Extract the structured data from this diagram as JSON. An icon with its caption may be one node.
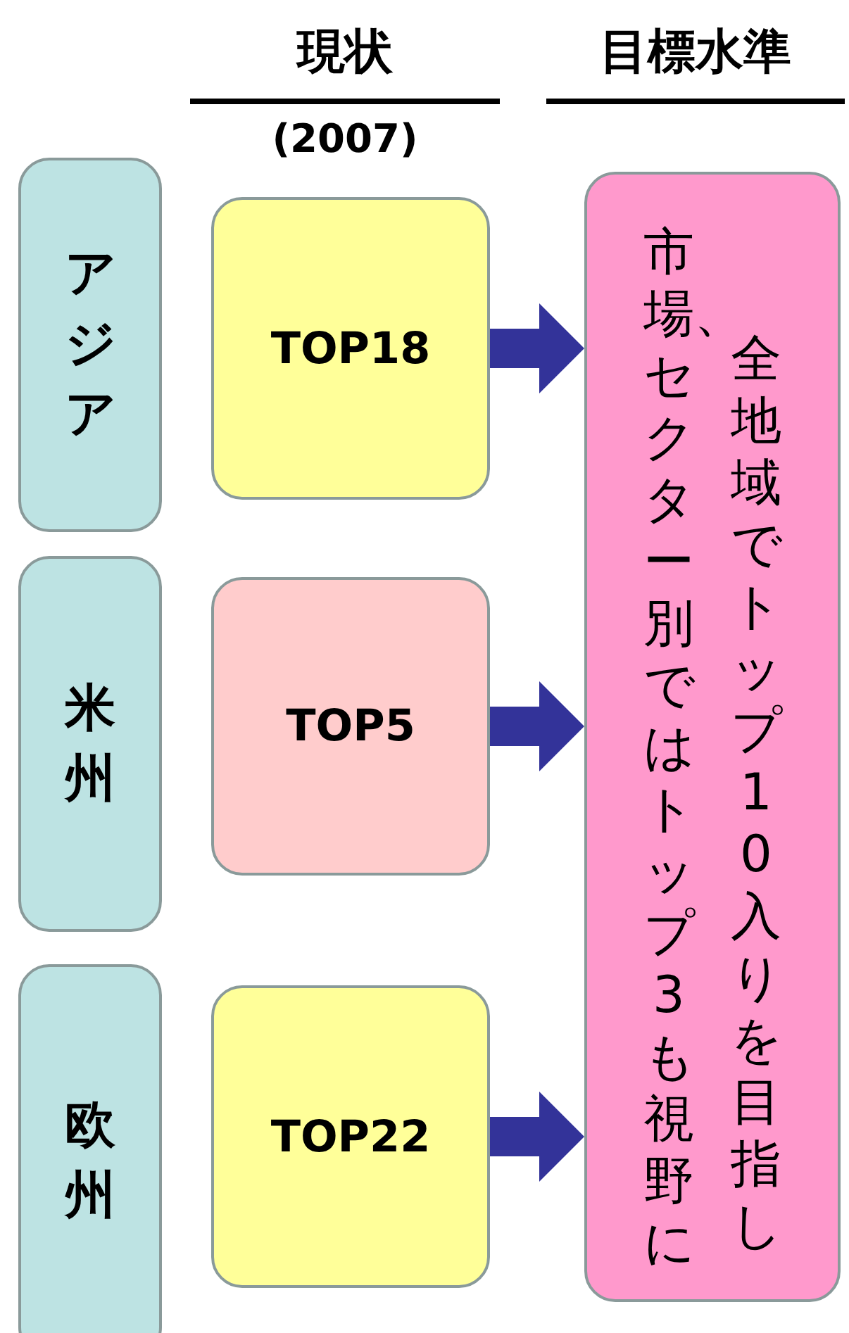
{
  "diagram": {
    "nodes": [
      {
        "text": [
          "アジア"
        ]
      },
      {
        "text": [
          "米州"
        ]
      },
      {
        "text": [
          "欧州"
        ]
      },
      {
        "text": [
          "TOP18"
        ]
      },
      {
        "text": [
          "TOP5"
        ]
      },
      {
        "text": [
          "TOP22"
        ]
      },
      {
        "text": [
          "市場、セクター別ではトップ3も視野に",
          "全地域でトップ10入りを目指し"
        ]
      }
    ],
    "edges": [
      {
        "from": 3,
        "to": 6,
        "arrow": "to"
      },
      {
        "from": 4,
        "to": 6,
        "arrow": "to"
      },
      {
        "from": 5,
        "to": 6,
        "arrow": "to"
      }
    ],
    "labels": [
      "現状",
      "(2007)",
      "目標水準"
    ]
  }
}
